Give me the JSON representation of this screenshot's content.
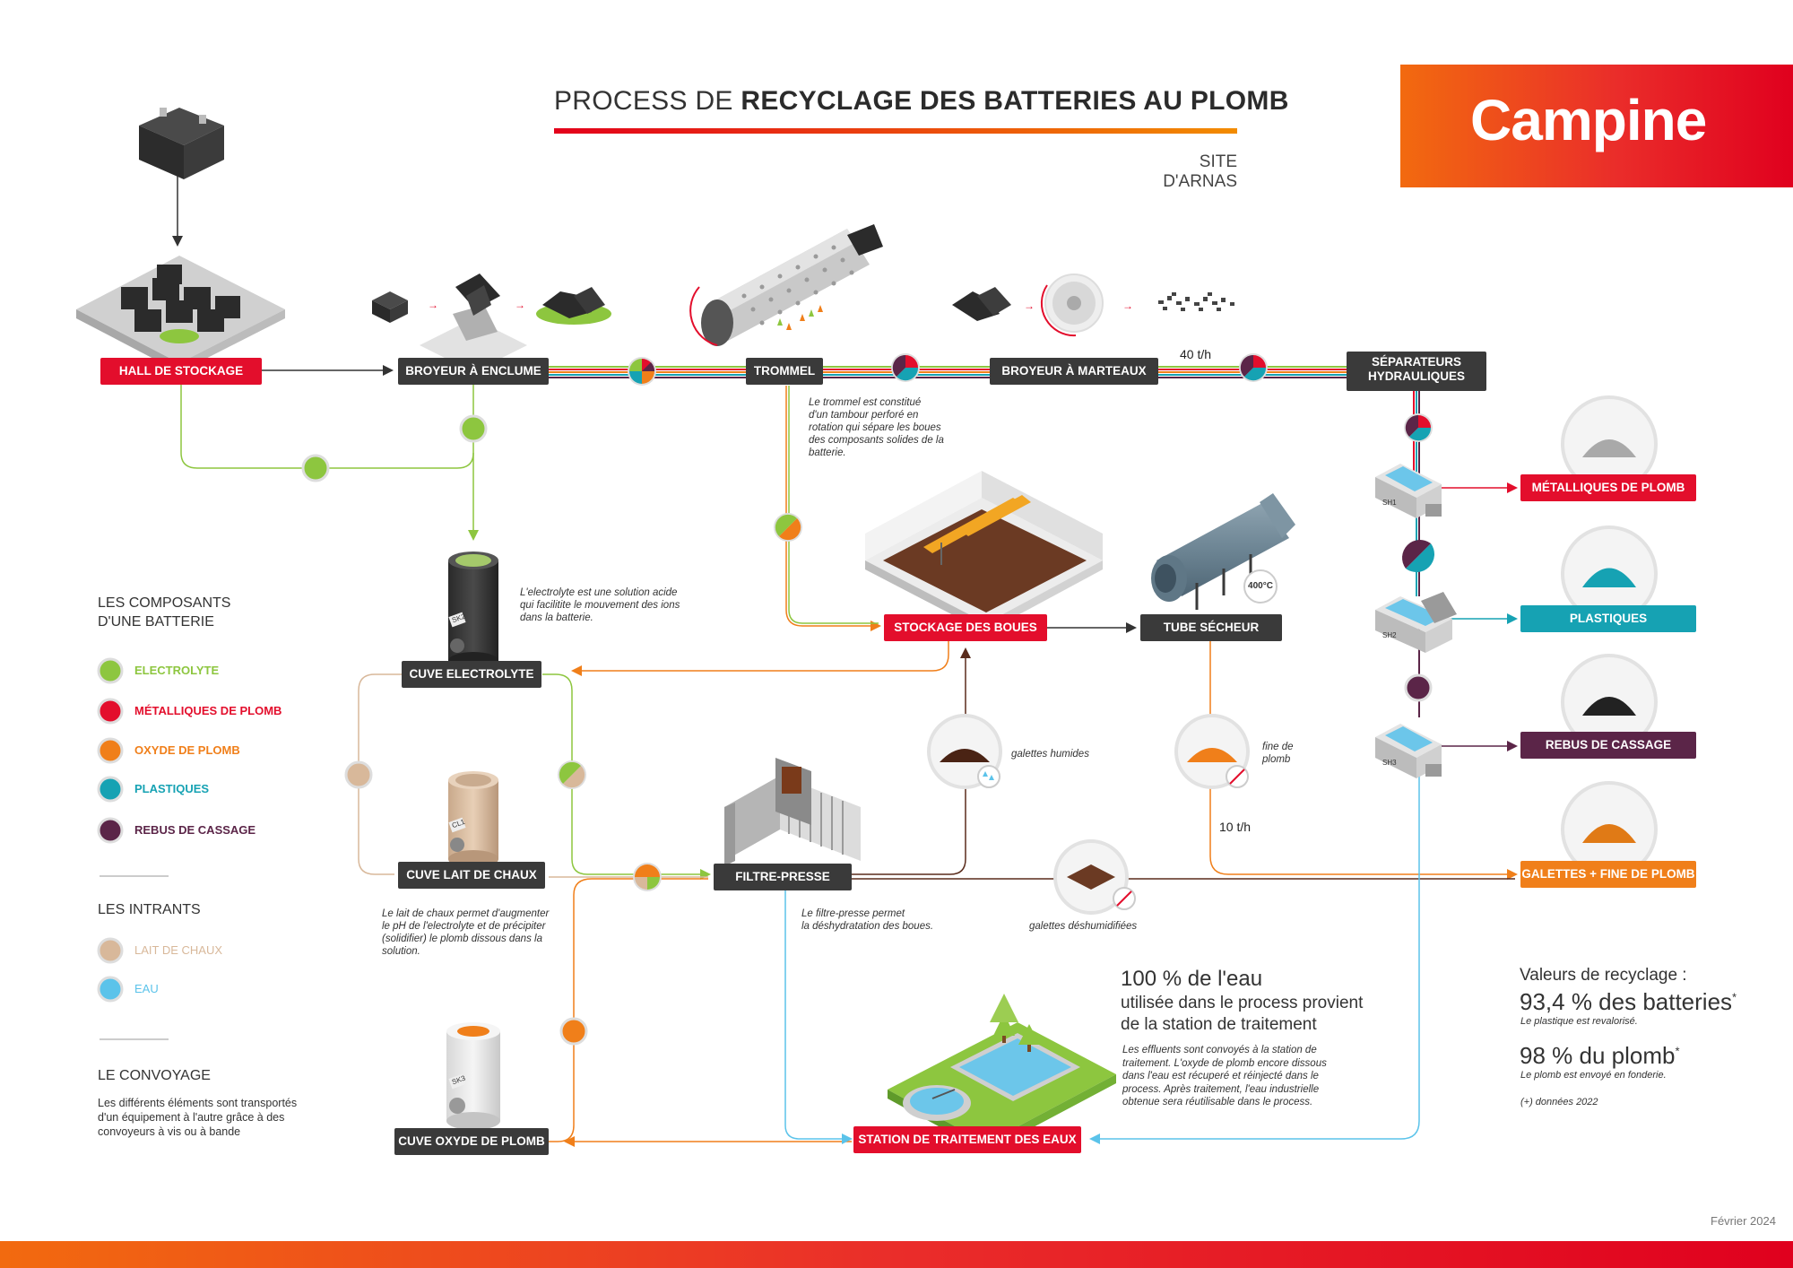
{
  "header": {
    "title_prefix": "PROCESS DE ",
    "title_bold": "RECYCLAGE DES BATTERIES AU PLOMB",
    "subtitle": "SITE D'ARNAS",
    "logo": "Campine"
  },
  "stages": {
    "hall": "HALL DE STOCKAGE",
    "broyeur_enclume": "BROYEUR À ENCLUME",
    "trommel": "TROMMEL",
    "broyeur_marteaux": "BROYEUR À MARTEAUX",
    "separateurs_line1": "SÉPARATEURS",
    "separateurs_line2": "HYDRAULIQUES",
    "stockage_boues": "STOCKAGE DES BOUES",
    "tube_secheur": "TUBE SÉCHEUR",
    "cuve_electrolyte": "CUVE ELECTROLYTE",
    "cuve_lait": "CUVE LAIT DE CHAUX",
    "filtre_presse": "FILTRE-PRESSE",
    "cuve_oxyde": "CUVE OXYDE DE PLOMB",
    "station": "STATION DE TRAITEMENT DES EAUX"
  },
  "outputs": {
    "metalliques": "MÉTALLIQUES DE PLOMB",
    "plastiques": "PLASTIQUES",
    "rebus": "REBUS DE CASSAGE",
    "galettes": "GALETTES + FINE DE PLOMB"
  },
  "rates": {
    "r1": "40 t/h",
    "r2": "10 t/h"
  },
  "temperature": "400°C",
  "tank_codes": {
    "sk2": "SK2",
    "cl1": "CL1",
    "sk3": "SK3",
    "sh1": "SH1",
    "sh2": "SH2",
    "sh3": "SH3"
  },
  "notes": {
    "trommel": [
      "Le trommel est constitué",
      "d'un tambour perforé en",
      "rotation qui sépare les boues",
      "des composants solides de la",
      "batterie."
    ],
    "electrolyte": [
      "L'electrolyte est une solution acide",
      "qui facilitite le mouvement des ions",
      "dans la batterie."
    ],
    "lait": [
      "Le lait de chaux permet d'augmenter",
      "le pH de l'electrolyte et de précipiter",
      "(solidifier) le plomb dissous dans la",
      "solution."
    ],
    "filtre": [
      "Le filtre-presse permet",
      "la déshydratation des boues."
    ],
    "galettes_humides": "galettes humides",
    "fine_line1": "fine de",
    "fine_line2": "plomb",
    "galettes_deshum": "galettes déshumidifiées"
  },
  "legend": {
    "components_title_line1": "LES COMPOSANTS",
    "components_title_line2": "D'UNE BATTERIE",
    "components": [
      {
        "label": "ELECTROLYTE",
        "color": "#8dc63f"
      },
      {
        "label": "MÉTALLIQUES DE PLOMB",
        "color": "#e30e2c"
      },
      {
        "label": "OXYDE DE PLOMB",
        "color": "#f07f1a"
      },
      {
        "label": "PLASTIQUES",
        "color": "#16a2b3"
      },
      {
        "label": "REBUS DE CASSAGE",
        "color": "#5b2548"
      }
    ],
    "intrants_title": "LES INTRANTS",
    "intrants": [
      {
        "label": "LAIT DE CHAUX",
        "color": "#d8b89a"
      },
      {
        "label": "EAU",
        "color": "#5bc3ea"
      }
    ],
    "convoyage_title": "LE CONVOYAGE",
    "convoyage_text": [
      "Les différents éléments sont transportés",
      "d'un équipement à l'autre grâce à des",
      "convoyeurs à vis ou à bande"
    ]
  },
  "water": {
    "headline": "100 % de l'eau",
    "line2": "utilisée dans le process provient",
    "line3": "de la station de traitement",
    "body": [
      "Les effluents sont convoyés à la station de",
      "traitement. L'oxyde de plomb encore dissous",
      "dans l'eau est récuperé et réinjecté dans le",
      "process. Après traitement, l'eau industrielle",
      "obtenue sera réutilisable dans le process."
    ]
  },
  "recycling": {
    "title": "Valeurs de recyclage :",
    "batteries": "93,4 % des batteries",
    "batteries_note": "Le plastique est revalorisé.",
    "plomb": "98 % du plomb",
    "plomb_note": "Le plomb est envoyé en fonderie.",
    "footnote": "(+) données 2022",
    "star": "*"
  },
  "footer": {
    "date": "Février 2024"
  },
  "colors": {
    "electrolyte": "#8dc63f",
    "metal": "#e30e2c",
    "oxyde": "#f07f1a",
    "plastique": "#16a2b3",
    "rebus": "#5b2548",
    "chaux": "#d8b89a",
    "eau": "#5bc3ea",
    "dark": "#3a3a3a"
  }
}
